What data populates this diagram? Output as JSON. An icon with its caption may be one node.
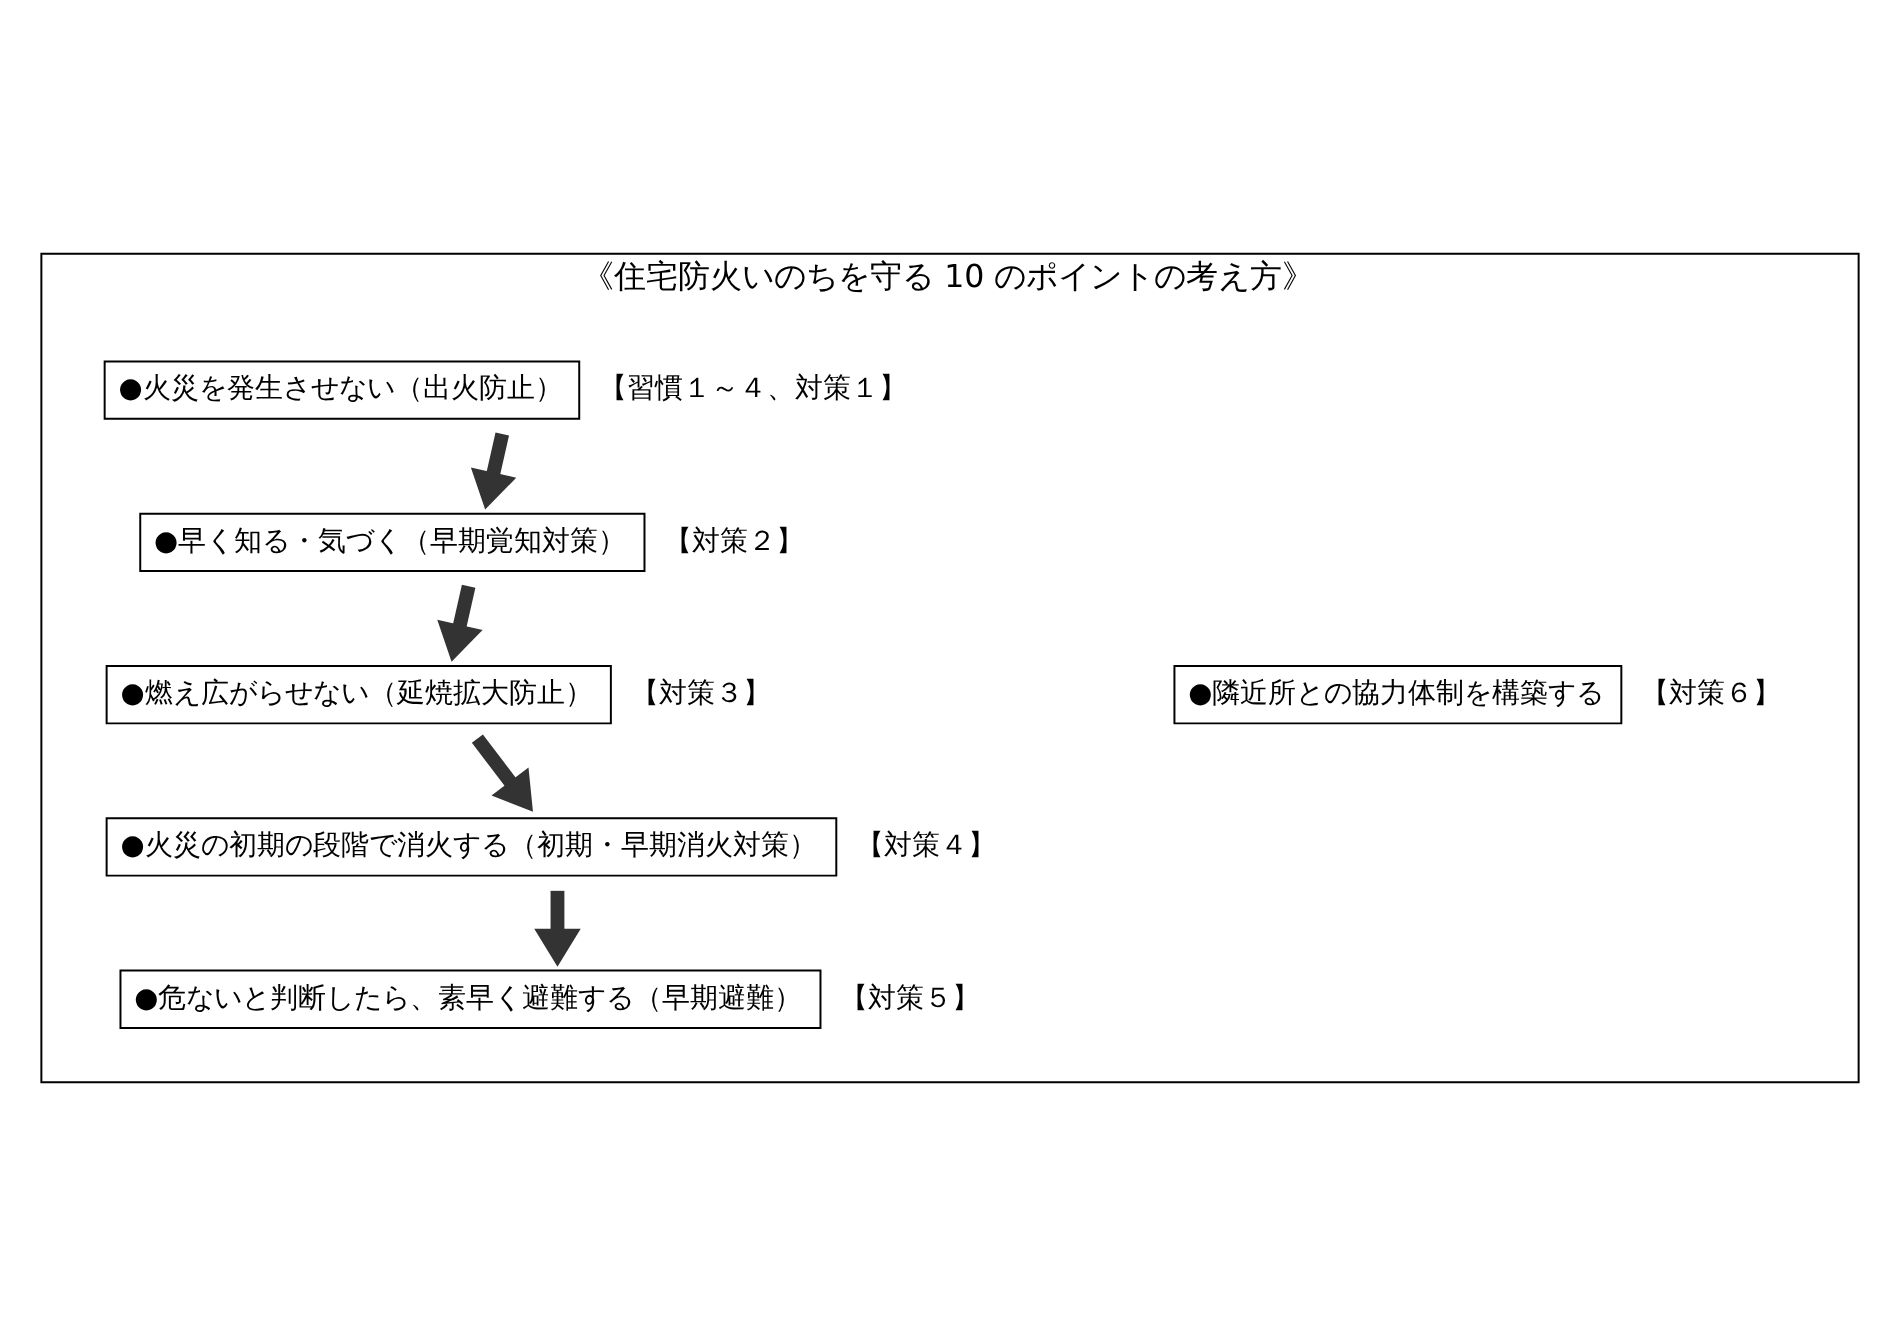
{
  "diagram": {
    "nodes": [
      {
        "text": [
          "《住宅防火いのちを守る 10 のポイントの考え方》"
        ]
      },
      {
        "text": [
          "●火災を発生させない（出火防止）"
        ],
        "beside": [
          "【習慣１～４、対策１】"
        ],
        "in": 0
      },
      {
        "text": [
          "●早く知る・気づく（早期覚知対策）"
        ],
        "beside": [
          "【対策２】"
        ],
        "in": 0
      },
      {
        "text": [
          "●燃え広がらせない（延焼拡大防止）"
        ],
        "beside": [
          "【対策３】"
        ],
        "in": 0
      },
      {
        "text": [
          "●火災の初期の段階で消火する（初期・早期消火対策）"
        ],
        "beside": [
          "【対策４】"
        ],
        "in": 0
      },
      {
        "text": [
          "●危ないと判断したら、素早く避難する（早期避難）"
        ],
        "beside": [
          "【対策５】"
        ],
        "in": 0
      },
      {
        "text": [
          "●隣近所との協力体制を構築する"
        ],
        "beside": [
          "【対策６】"
        ],
        "in": 0
      }
    ],
    "edges": [
      {
        "from": 1,
        "to": 2,
        "arrow": "to"
      },
      {
        "from": 2,
        "to": 3,
        "arrow": "to"
      },
      {
        "from": 3,
        "to": 4,
        "arrow": "to"
      },
      {
        "from": 4,
        "to": 5,
        "arrow": "to"
      }
    ]
  }
}
